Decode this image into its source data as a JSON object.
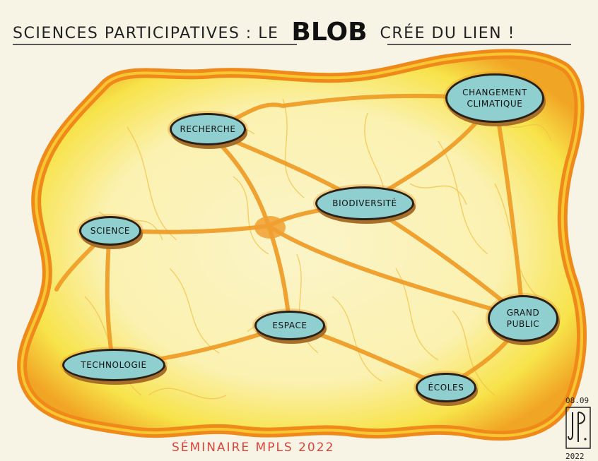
{
  "title": {
    "left": "SCIENCES PARTICIPATIVES : LE",
    "emphasis": "BLOB",
    "right": "CRÉE DU LIEN !"
  },
  "nodes": {
    "changement_climatique": "CHANGEMENT\nCLIMATIQUE",
    "recherche": "RECHERCHE",
    "biodiversite": "BIODIVERSITÉ",
    "science": "SCIENCE",
    "grand_public": "GRAND\nPUBLIC",
    "espace": "ESPACE",
    "technologie": "TECHNOLOGIE",
    "ecoles": "ÉCOLES"
  },
  "footer": "SÉMINAIRE MPLS 2022",
  "signature": {
    "date": "08.09",
    "year": "2022",
    "initials": "JP"
  },
  "colors": {
    "blob_outer": "#f5e04a",
    "blob_edge": "#f08c1e",
    "vein": "#ee9a22",
    "node_fill": "#8fcfd0",
    "node_border": "#2a2016",
    "footer": "#d8453b"
  }
}
